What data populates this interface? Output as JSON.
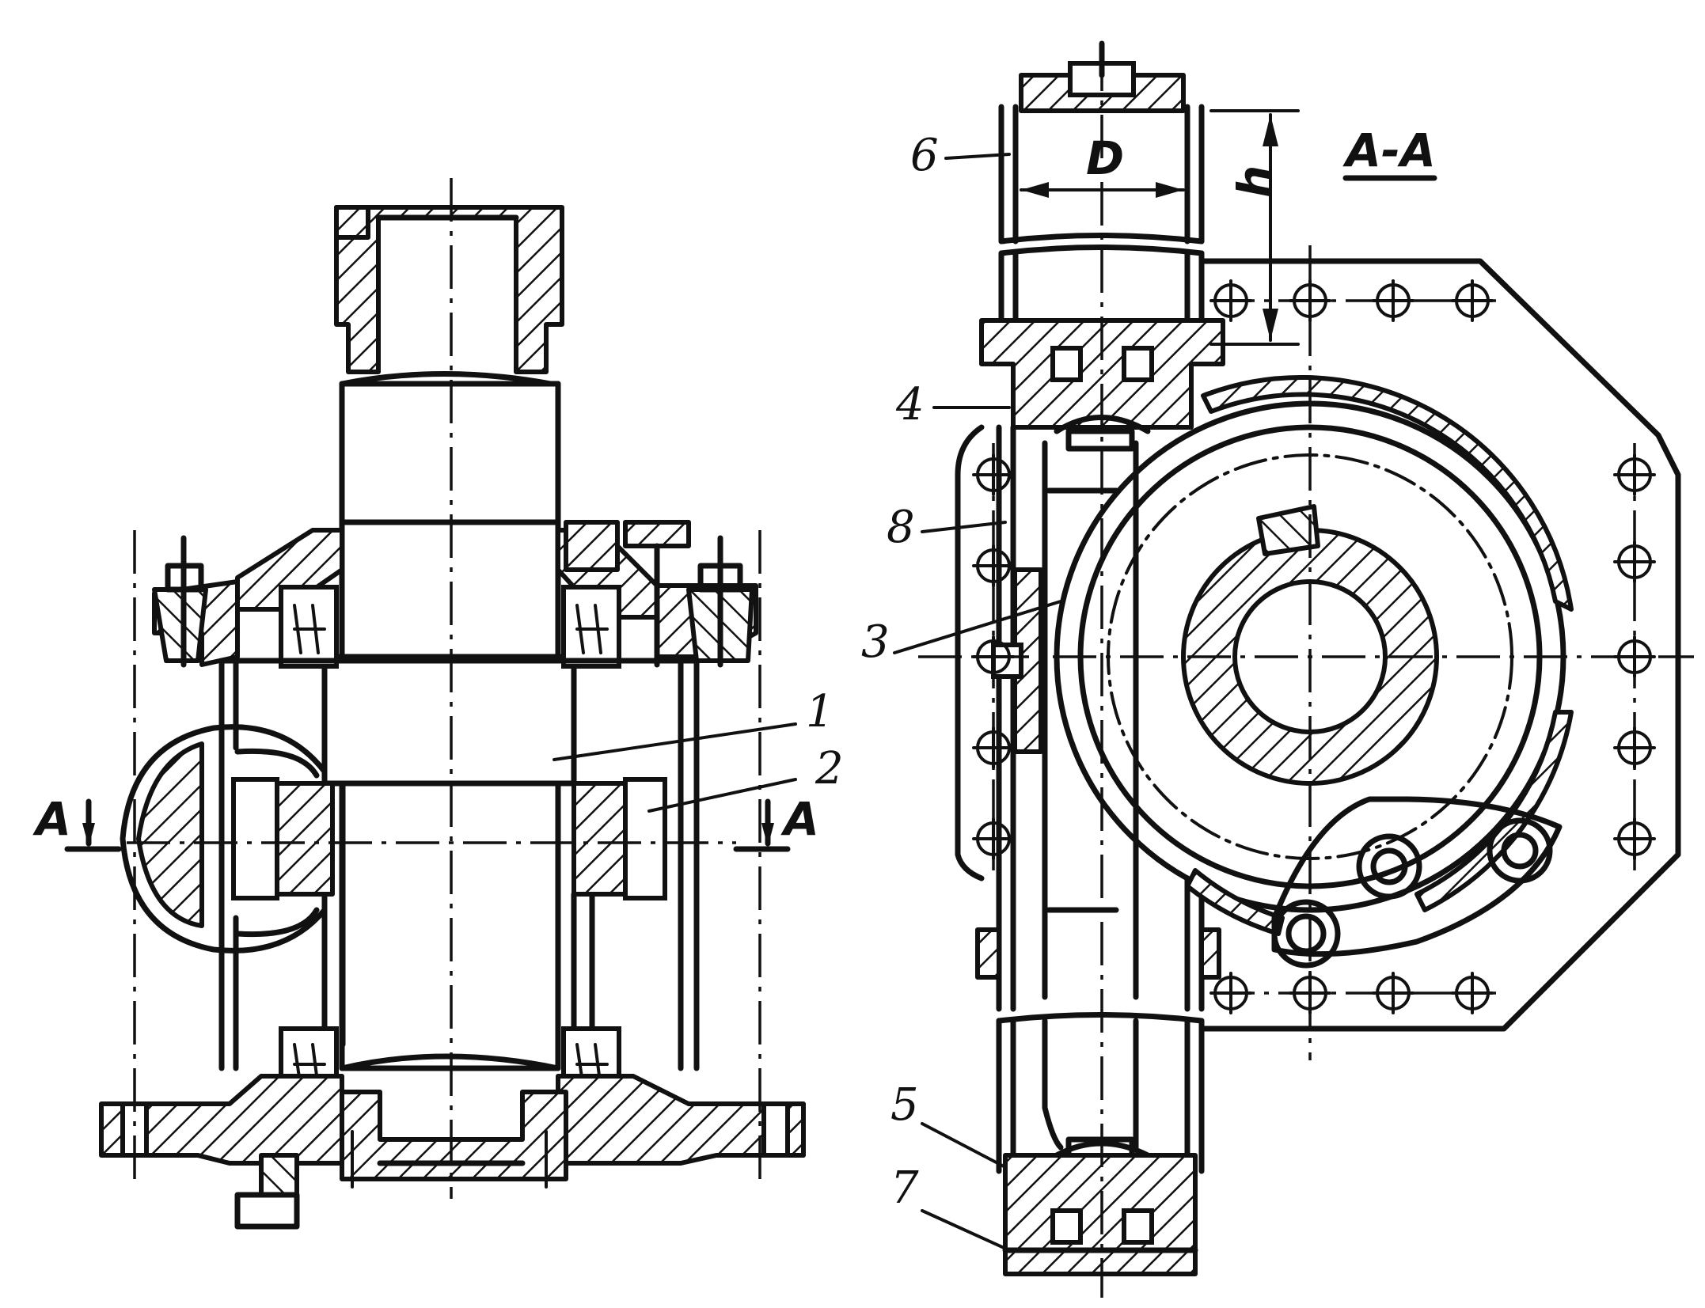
{
  "figure": {
    "labels": {
      "n1": "1",
      "n2": "2",
      "n3": "3",
      "n4": "4",
      "n5": "5",
      "n6": "6",
      "n7": "7",
      "n8": "8"
    },
    "section_mark_left": "A",
    "section_mark_right": "A",
    "section_title": "A-A",
    "dim_diameter": "D",
    "dim_height": "h"
  }
}
